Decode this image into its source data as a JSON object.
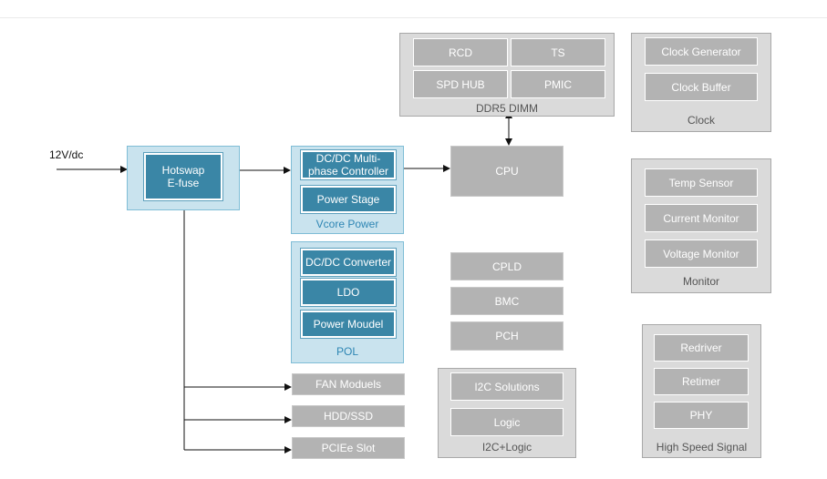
{
  "input_label": "12V/dc",
  "hotswap": {
    "label_line1": "Hotswap",
    "label_line2": "E-fuse"
  },
  "vcore": {
    "title": "Vcore Power",
    "controller_line1": "DC/DC Multi-",
    "controller_line2": "phase Controller",
    "power_stage": "Power Stage"
  },
  "pol": {
    "title": "POL",
    "items": [
      "DC/DC Converter",
      "LDO",
      "Power Moudel"
    ]
  },
  "peripherals": [
    "FAN Moduels",
    "HDD/SSD",
    "PCIEe Slot"
  ],
  "ddr5": {
    "title": "DDR5 DIMM",
    "items": [
      "RCD",
      "TS",
      "SPD HUB",
      "PMIC"
    ]
  },
  "cpu": "CPU",
  "middle_column": [
    "CPLD",
    "BMC",
    "PCH"
  ],
  "i2c": {
    "title": "I2C+Logic",
    "items": [
      "I2C Solutions",
      "Logic"
    ]
  },
  "clock": {
    "title": "Clock",
    "items": [
      "Clock Generator",
      "Clock Buffer"
    ]
  },
  "monitor": {
    "title": "Monitor",
    "items": [
      "Temp Sensor",
      "Current Monitor",
      "Voltage Monitor"
    ]
  },
  "high_speed": {
    "title": "High Speed Signal",
    "items": [
      "Redriver",
      "Retimer",
      "PHY"
    ]
  },
  "colors": {
    "blue_fill": "#3a86a6",
    "blue_group": "#c9e3ee",
    "gray_fill": "#b3b3b3",
    "gray_group": "#dadada",
    "caption_blue": "#2e86b4"
  }
}
